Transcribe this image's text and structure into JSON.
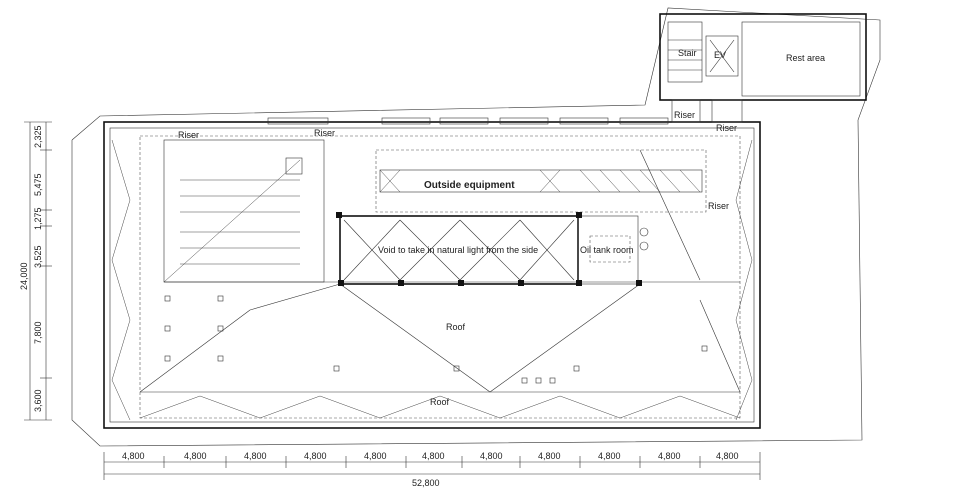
{
  "labels": {
    "riser": "Riser",
    "stair": "Stair",
    "ev": "EV",
    "rest_area": "Rest area",
    "outside_equipment": "Outside equipment",
    "void": "Void to take in natural light from the side",
    "oil_tank_room": "Oil tank room",
    "roof": "Roof"
  },
  "dimensions": {
    "horizontal": [
      "4,800",
      "4,800",
      "4,800",
      "4,800",
      "4,800",
      "4,800",
      "4,800",
      "4,800",
      "4,800",
      "4,800",
      "4,800"
    ],
    "horizontal_total": "52,800",
    "vertical": [
      "2,325",
      "5,475",
      "1,275",
      "3,525",
      "7,800",
      "3,600"
    ],
    "vertical_total": "24,000"
  }
}
